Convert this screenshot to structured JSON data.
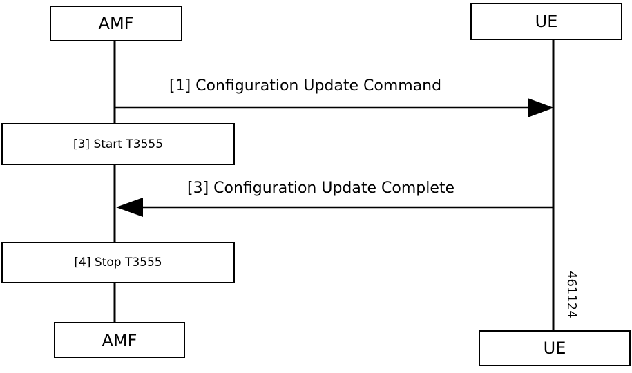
{
  "participants": {
    "amf_top": "AMF",
    "ue_top": "UE",
    "amf_bottom": "AMF",
    "ue_bottom": "UE"
  },
  "messages": [
    {
      "label": "[1] Configuration Update Command",
      "from": "AMF",
      "to": "UE"
    },
    {
      "label": "[3] Configuration Update Complete",
      "from": "UE",
      "to": "AMF"
    }
  ],
  "actions": [
    {
      "label": "[3] Start T3555",
      "on": "AMF"
    },
    {
      "label": "[4] Stop T3555",
      "on": "AMF"
    }
  ],
  "figure_id": "461124",
  "colors": {
    "line": "#000000",
    "background": "#ffffff"
  }
}
